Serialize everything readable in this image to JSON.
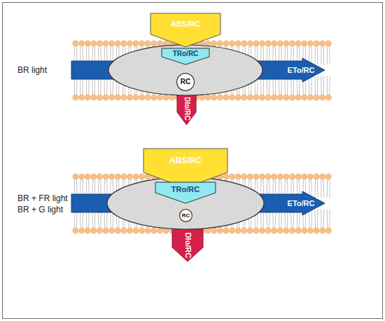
{
  "diagram": {
    "nodes": [
      {
        "text": [
          "ABS/RC"
        ]
      },
      {
        "text": [
          "TRo/RC"
        ]
      },
      {
        "text": [
          "RC"
        ]
      },
      {
        "text": [
          "ETo/RC"
        ]
      },
      {
        "text": [
          "DIo/RC"
        ]
      },
      {
        "text": [
          "ABS/RC"
        ]
      },
      {
        "text": [
          "TRo/RC"
        ]
      },
      {
        "text": [
          "RC"
        ]
      },
      {
        "text": [
          "ETo/RC"
        ]
      },
      {
        "text": [
          "DIo/RC"
        ]
      }
    ],
    "labels": [
      "BR light",
      "BR + FR light",
      "BR + G light"
    ]
  }
}
